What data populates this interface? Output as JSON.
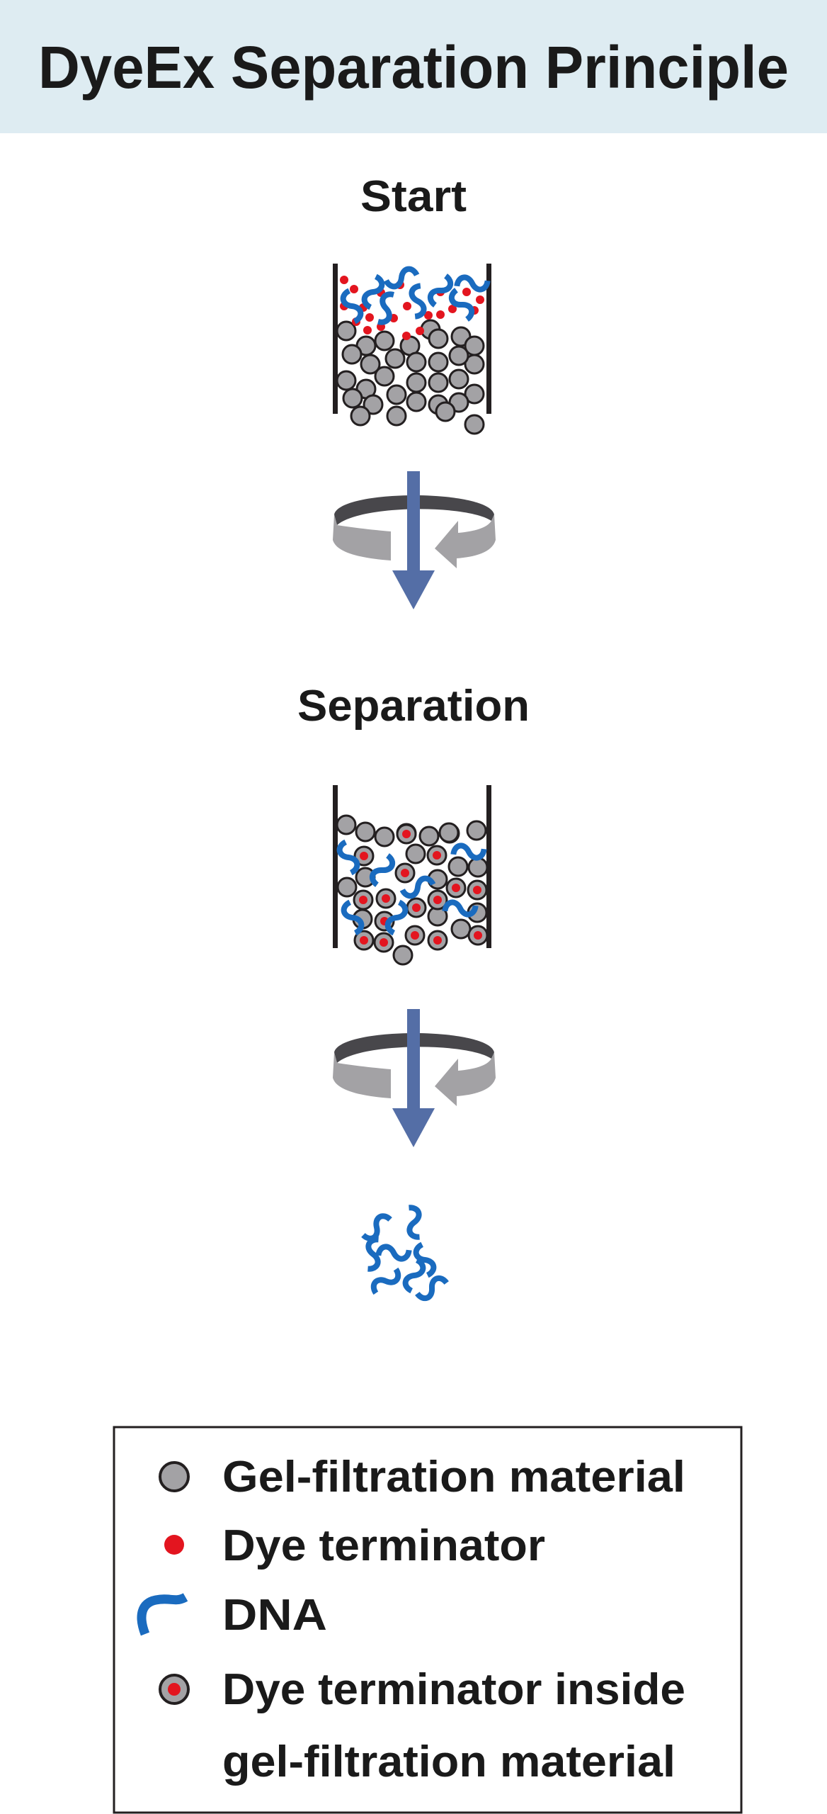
{
  "title": "DyeEx Separation Principle",
  "steps": {
    "start": "Start",
    "separation": "Separation"
  },
  "legend": {
    "items": [
      {
        "icon": "gel-bead-icon",
        "label": "Gel-filtration material"
      },
      {
        "icon": "dye-dot-icon",
        "label": "Dye terminator"
      },
      {
        "icon": "dna-strand-icon",
        "label": "DNA"
      },
      {
        "icon": "dye-in-bead-icon",
        "label": "Dye terminator inside",
        "label2": "gel-filtration material"
      }
    ]
  },
  "colors": {
    "header_bg": "#deecf2",
    "bead": "#a3a2a5",
    "dye": "#e3151f",
    "dna": "#1a6bbf",
    "arrow": "#546ea6",
    "ring_dark": "#48474b",
    "ring_light": "#a3a2a5"
  }
}
